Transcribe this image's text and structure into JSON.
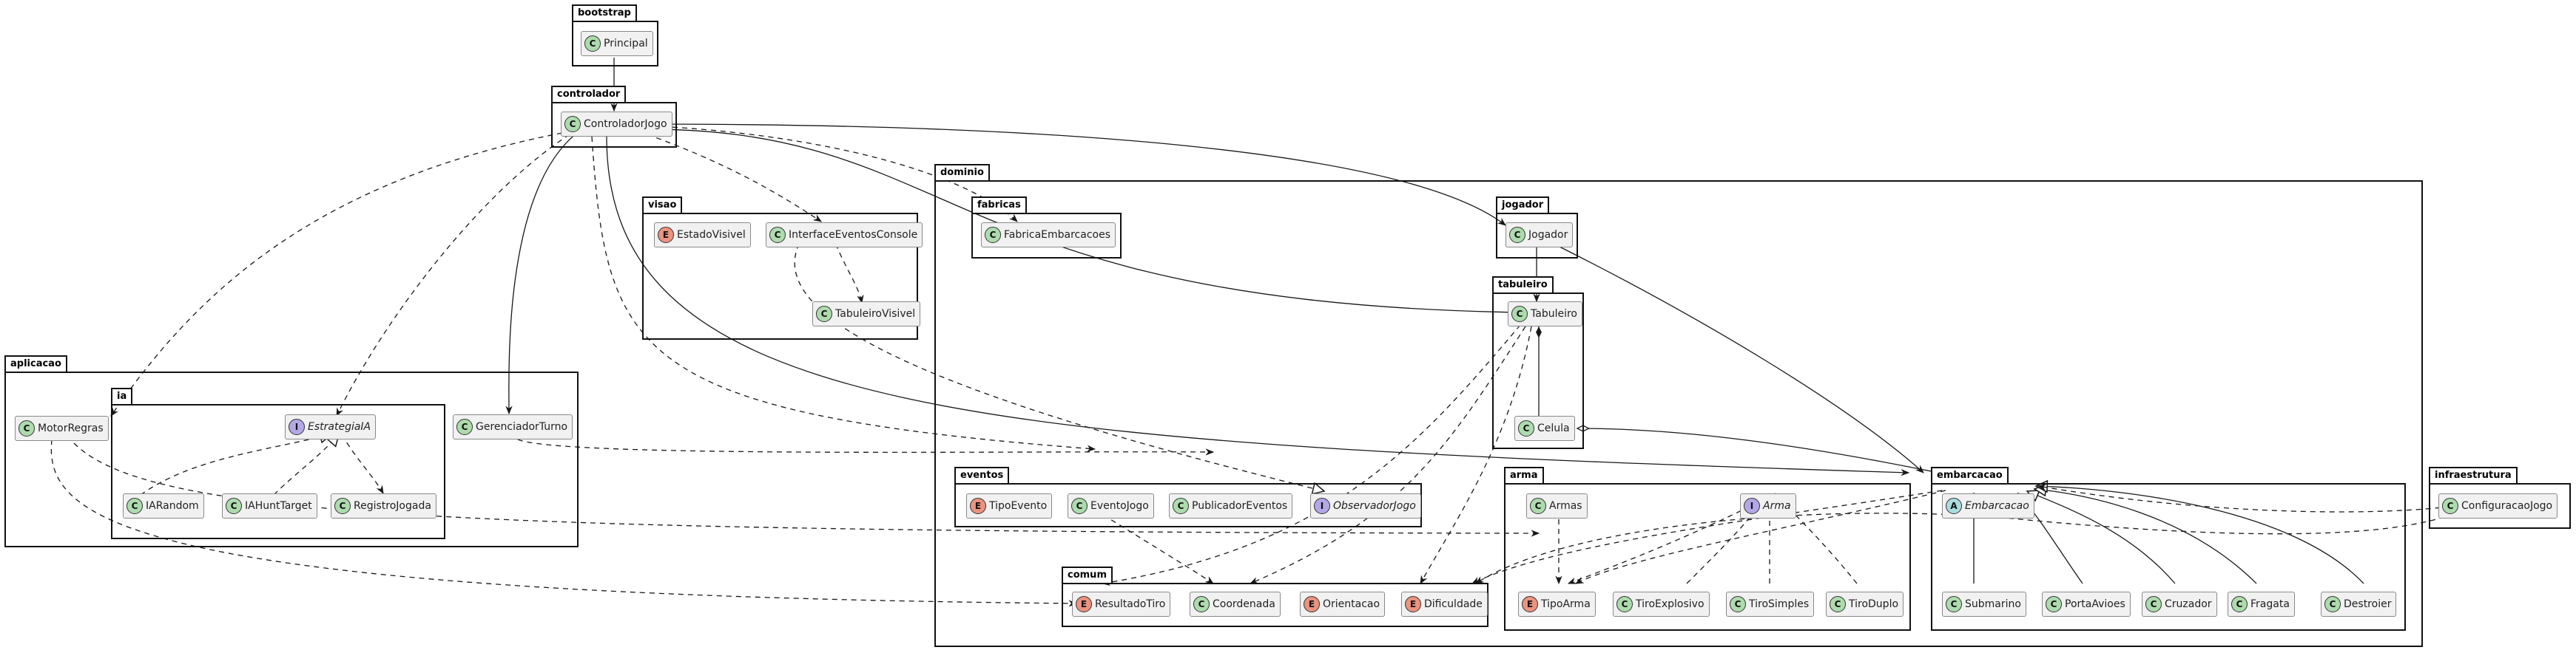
{
  "packages": {
    "bootstrap": "bootstrap",
    "controlador": "controlador",
    "dominio": "dominio",
    "visao": "visao",
    "fabricas": "fabricas",
    "jogador": "jogador",
    "tabuleiro": "tabuleiro",
    "aplicacao": "aplicacao",
    "ia": "ia",
    "eventos": "eventos",
    "arma": "arma",
    "comum": "comum",
    "embarcacao": "embarcacao",
    "infraestrutura": "infraestrutura"
  },
  "badges": {
    "class": "C",
    "enum": "E",
    "interface": "I",
    "abstract": "A"
  },
  "classes": {
    "principal": "Principal",
    "controlador_jogo": "ControladorJogo",
    "estado_visivel": "EstadoVisivel",
    "interface_eventos_console": "InterfaceEventosConsole",
    "tabuleiro_visivel": "TabuleiroVisivel",
    "fabrica_embarcacoes": "FabricaEmbarcacoes",
    "jogador": "Jogador",
    "tabuleiro": "Tabuleiro",
    "celula": "Celula",
    "motor_regras": "MotorRegras",
    "estrategia_ia": "EstrategiaIA",
    "ia_random": "IARandom",
    "ia_hunt_target": "IAHuntTarget",
    "registro_jogada": "RegistroJogada",
    "gerenciador_turno": "GerenciadorTurno",
    "tipo_evento": "TipoEvento",
    "evento_jogo": "EventoJogo",
    "publicador_eventos": "PublicadorEventos",
    "observador_jogo": "ObservadorJogo",
    "armas": "Armas",
    "arma": "Arma",
    "tipo_arma": "TipoArma",
    "tiro_explosivo": "TiroExplosivo",
    "tiro_simples": "TiroSimples",
    "tiro_duplo": "TiroDuplo",
    "resultado_tiro": "ResultadoTiro",
    "coordenada": "Coordenada",
    "orientacao": "Orientacao",
    "dificuldade": "Dificuldade",
    "embarcacao": "Embarcacao",
    "submarino": "Submarino",
    "porta_avioes": "PortaAvioes",
    "cruzador": "Cruzador",
    "fragata": "Fragata",
    "destroier": "Destroier",
    "configuracao_jogo": "ConfiguracaoJogo"
  },
  "colors": {
    "class_badge": "#addbad",
    "enum_badge": "#eb937f",
    "interface_badge": "#b4a7e5",
    "abstract_badge": "#a9dcdf",
    "box_fill": "#f1f1f1",
    "line": "#181818"
  }
}
